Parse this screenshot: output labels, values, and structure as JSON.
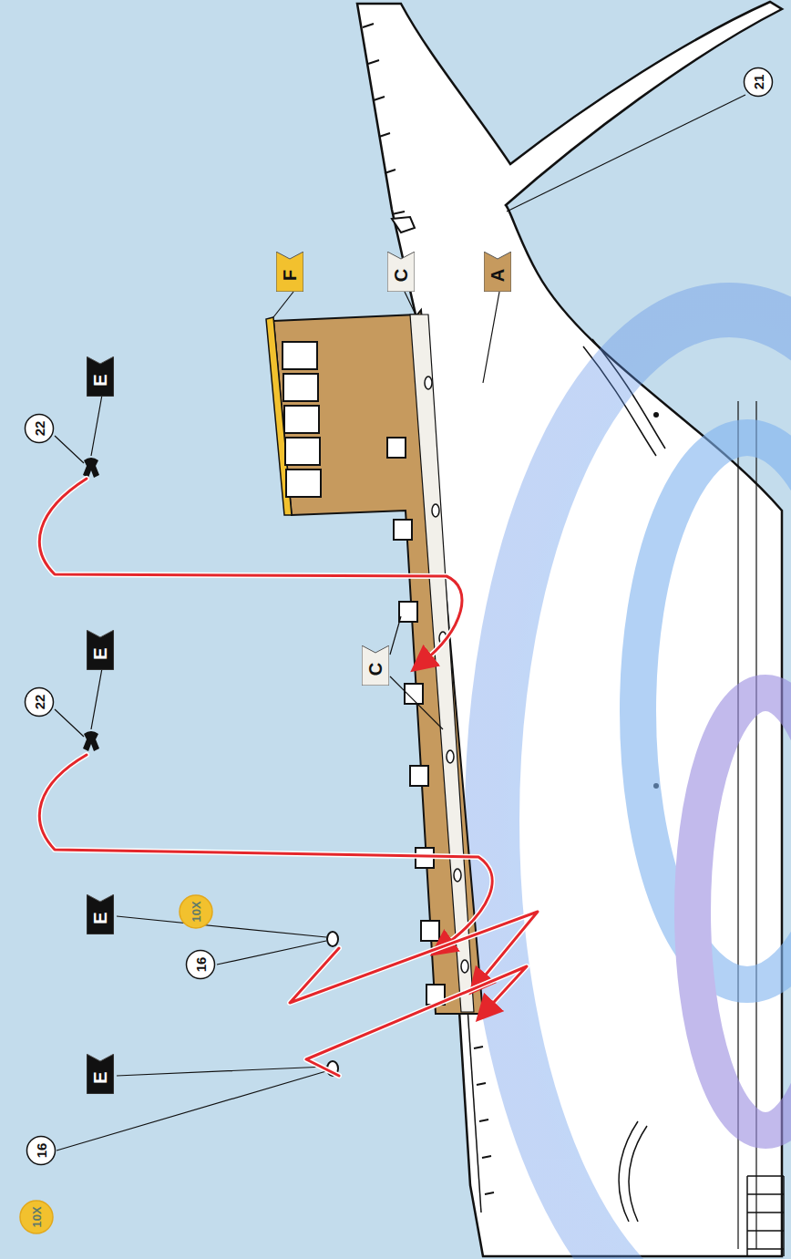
{
  "diagram": {
    "nodes": [
      {
        "text": [
          "21"
        ]
      },
      {
        "text": [
          "F"
        ]
      },
      {
        "text": [
          "C"
        ]
      },
      {
        "text": [
          "A"
        ]
      },
      {
        "text": [
          "22"
        ]
      },
      {
        "text": [
          "E"
        ]
      },
      {
        "text": [
          "22"
        ]
      },
      {
        "text": [
          "E"
        ]
      },
      {
        "text": [
          "C"
        ]
      },
      {
        "text": [
          "10X"
        ]
      },
      {
        "text": [
          "16"
        ]
      },
      {
        "text": [
          "E"
        ]
      },
      {
        "text": [
          "10X"
        ]
      },
      {
        "text": [
          "16"
        ]
      },
      {
        "text": [
          "E"
        ]
      }
    ]
  }
}
